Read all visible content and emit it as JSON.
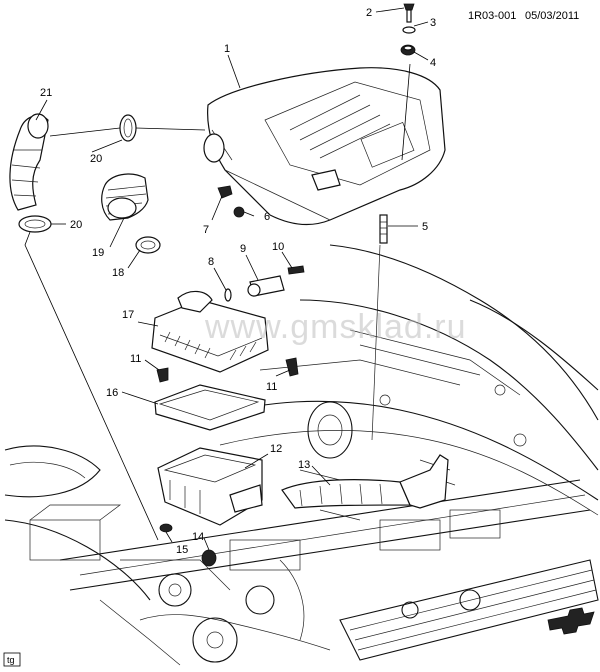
{
  "header": {
    "diagram_id": "1R03-001",
    "date": "05/03/2011"
  },
  "watermark": "www.gmsklad.ru",
  "corner_tag": "tg",
  "callouts": {
    "c1": "1",
    "c2": "2",
    "c3": "3",
    "c4": "4",
    "c5": "5",
    "c6": "6",
    "c7": "7",
    "c8": "8",
    "c9": "9",
    "c10": "10",
    "c11a": "11",
    "c11b": "11",
    "c12": "12",
    "c13": "13",
    "c14": "14",
    "c15": "15",
    "c16": "16",
    "c17": "17",
    "c18": "18",
    "c19": "19",
    "c20a": "20",
    "c20b": "20",
    "c21": "21"
  }
}
